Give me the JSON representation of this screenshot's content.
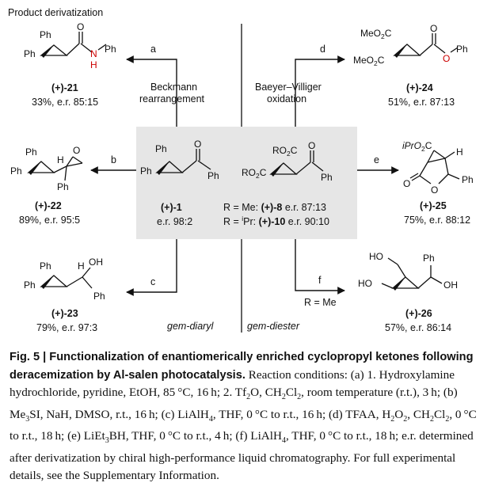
{
  "figure": {
    "section_label": "Product derivatization",
    "center": {
      "compound1_label": "(+)-1",
      "compound1_er": "e.r. 98:2",
      "ester_line1_pre": "R = Me: ",
      "ester_line1_cmp": "(+)-8",
      "ester_line1_er": " e.r. 87:13",
      "ester_line2_pre": "R = ",
      "ester_line2_i": "i",
      "ester_line2_mid": "Pr: ",
      "ester_line2_cmp": "(+)-10",
      "ester_line2_er": " e.r. 90:10",
      "ester_group_top": "RO",
      "ester_group_top_sub": "2",
      "ester_group_top_c": "C",
      "ester_group_left": "RO",
      "ester_group_left_sub": "2",
      "ester_group_left_c": "C"
    },
    "steps": {
      "a": "a",
      "b": "b",
      "c": "c",
      "d": "d",
      "e": "e",
      "f": "f",
      "a_label_line1": "Beckmann",
      "a_label_line2": "rearrangement",
      "d_label_line1": "Baeyer–Villiger",
      "d_label_line2": "oxidation",
      "f_condition": "R = Me"
    },
    "divider_left": "gem-diaryl",
    "divider_right": "gem-diester",
    "products": [
      {
        "id": "p21",
        "label": "(+)-21",
        "yield": "33%, e.r. 85:15"
      },
      {
        "id": "p22",
        "label": "(+)-22",
        "yield": "89%, e.r. 95:5"
      },
      {
        "id": "p23",
        "label": "(+)-23",
        "yield": "79%, e.r. 97:3"
      },
      {
        "id": "p24",
        "label": "(+)-24",
        "yield": "51%, e.r. 87:13"
      },
      {
        "id": "p25",
        "label": "(+)-25",
        "yield": "75%, e.r. 88:12"
      },
      {
        "id": "p26",
        "label": "(+)-26",
        "yield": "57%, e.r. 86:14"
      }
    ],
    "atoms": {
      "ph": "Ph",
      "o": "O",
      "n": "N",
      "h": "H",
      "oh": "OH",
      "ho": "HO",
      "meo": "MeO",
      "c": "C",
      "two": "2",
      "ipro": "iPrO"
    }
  },
  "caption": {
    "title": "Fig. 5 | Functionalization of enantiomerically enriched cyclopropyl ketones following deracemization by Al-salen photocatalysis.",
    "t1": " Reaction conditions: (a) 1. Hydroxylamine hydrochloride, pyridine, EtOH, 85 °C, 16 h; 2. Tf",
    "t2": "O, CH",
    "t3": "Cl",
    "t4": ", room temperature (r.t.), 3 h; (b) Me",
    "t5": "SI, NaH, DMSO, r.t., 16 h; (c) LiAlH",
    "t6": ", THF, 0 °C to r.t., 16 h; (d) TFAA, H",
    "t7": "O",
    "t8": ", CH",
    "t9": "Cl",
    "t10": ", 0 °C to r.t., 18 h; (e) LiEt",
    "t11": "BH, THF, 0 °C to r.t., 4 h; (f) LiAlH",
    "t12": ", THF, 0 °C to r.t., 18 h; e.r. determined after derivatization by chiral high-performance liquid chromatography. For full experimental details, see the Supplementary Information.",
    "s2": "2",
    "s3": "3",
    "s4": "4"
  }
}
